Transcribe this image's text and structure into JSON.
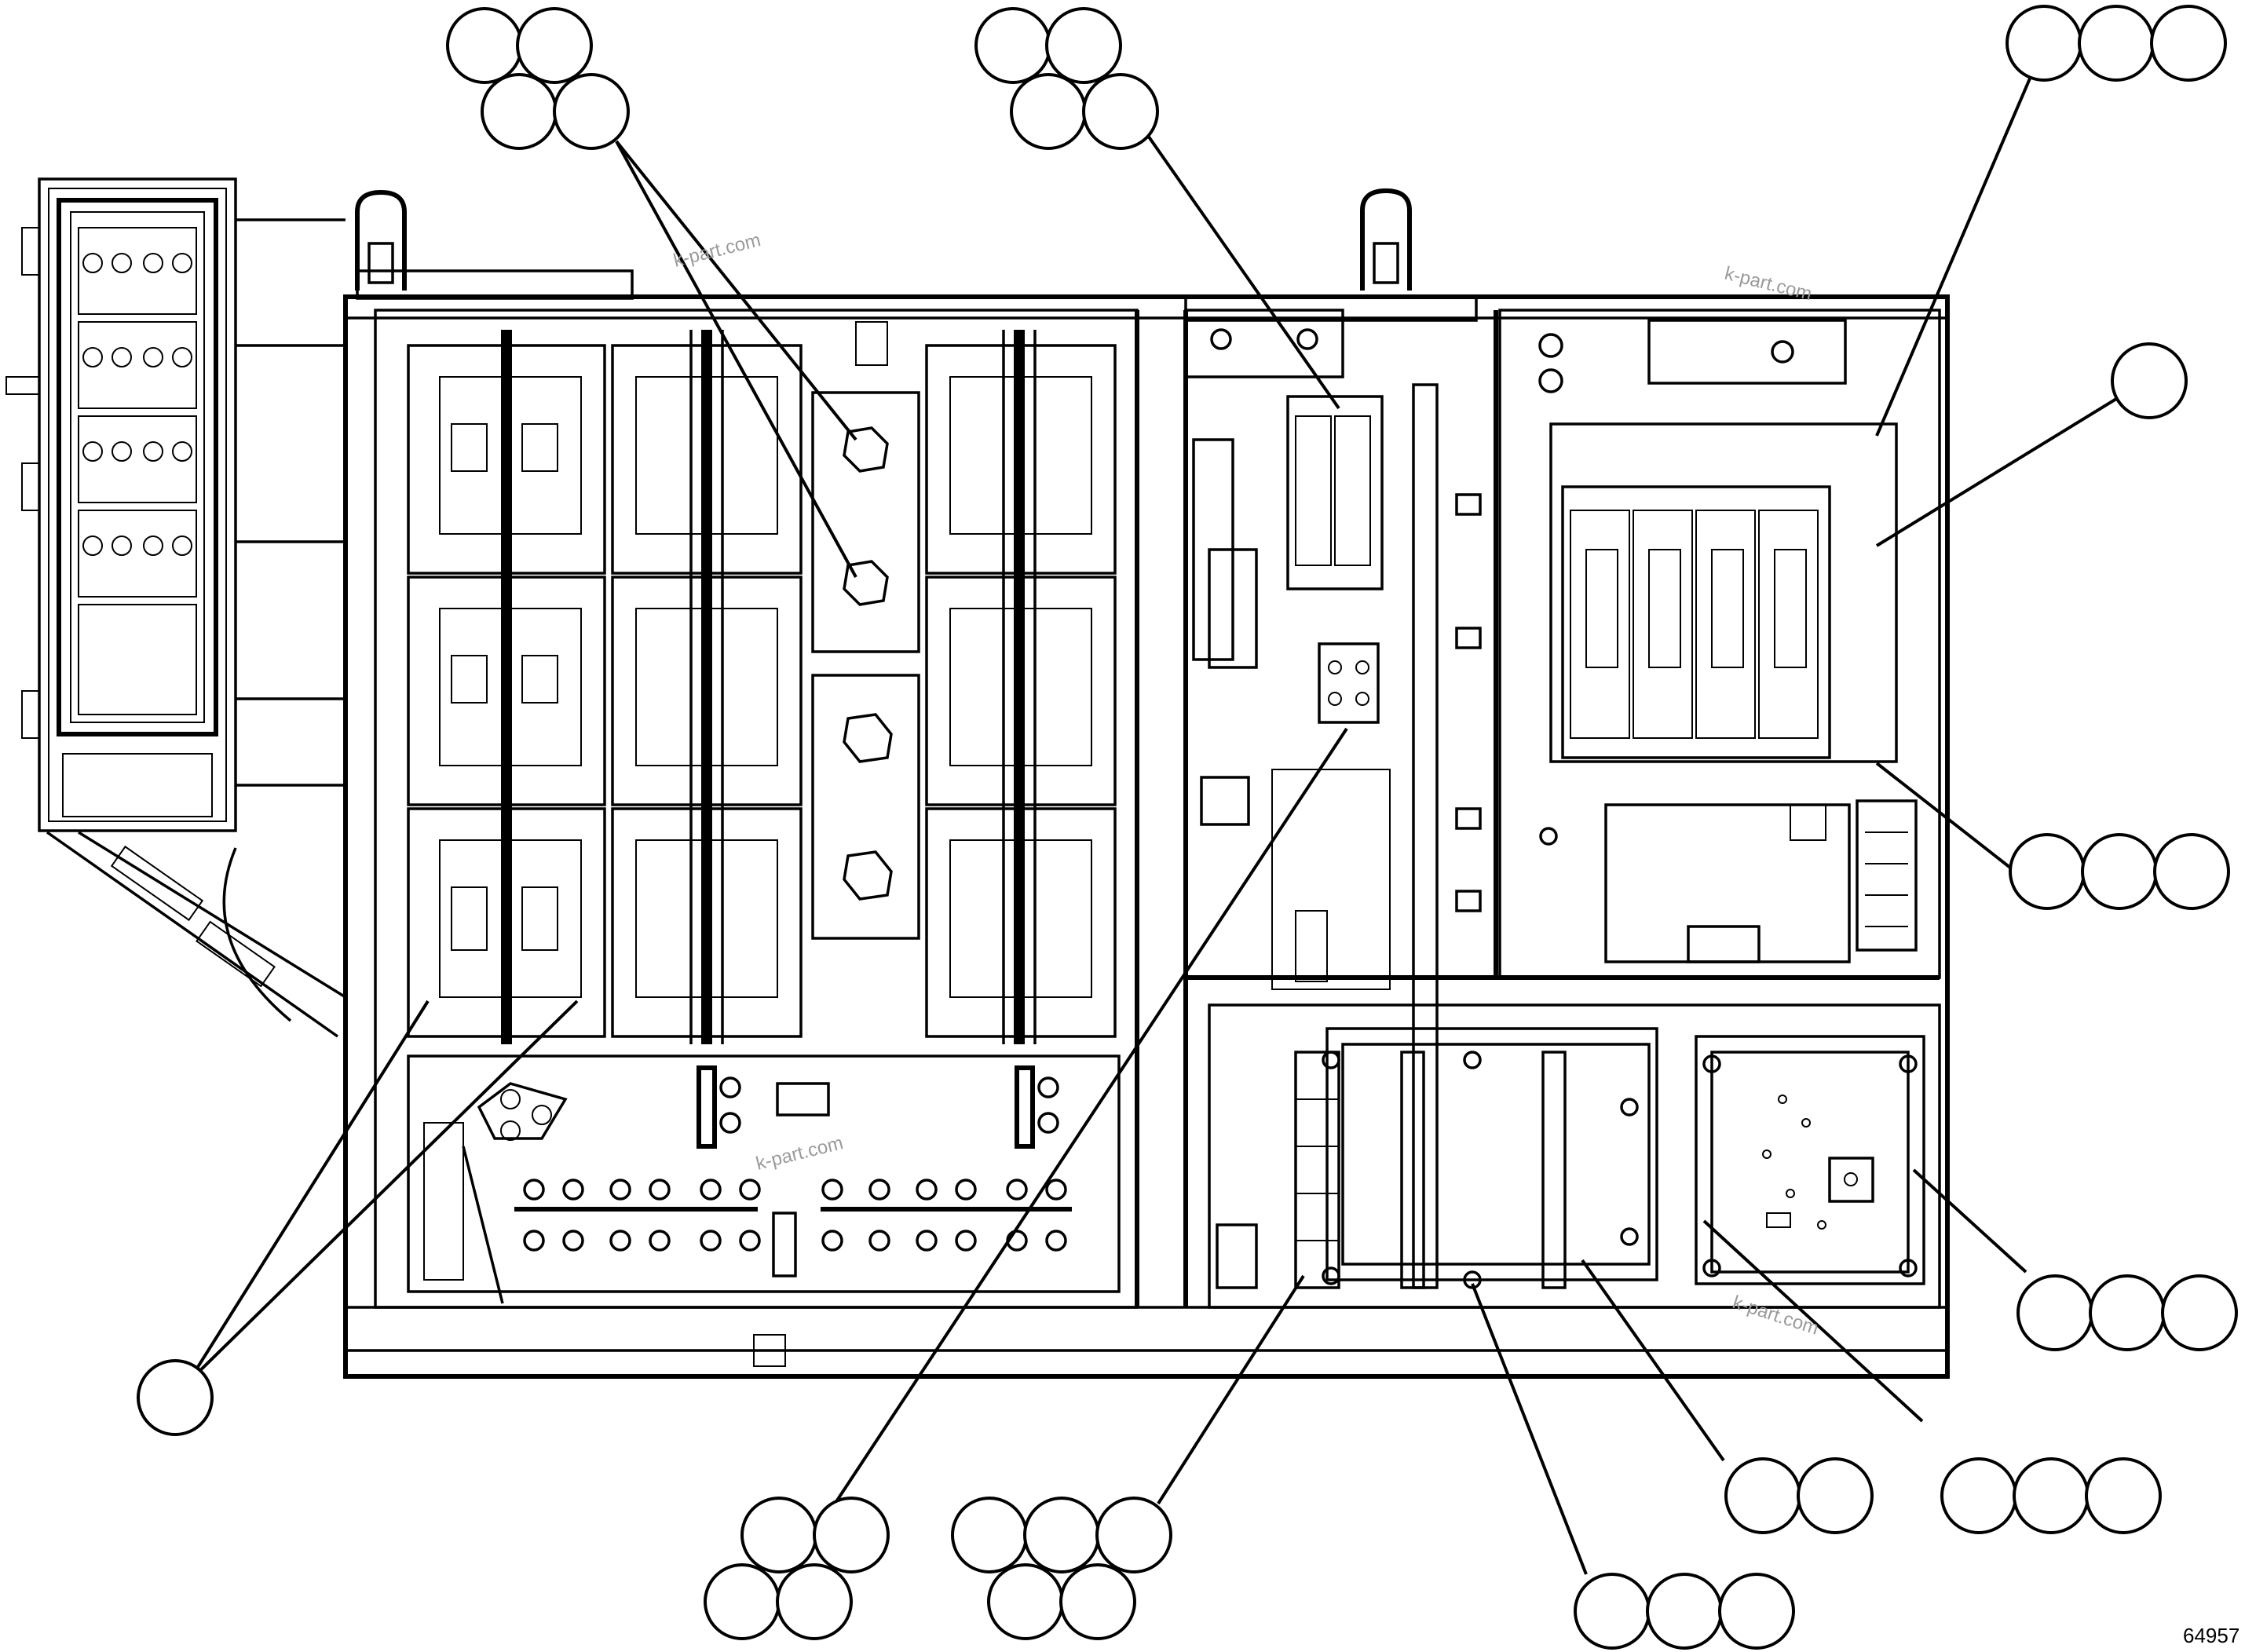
{
  "watermarks": [
    "k-part.com",
    "k-part.com",
    "k-part.com",
    "k-part.com"
  ],
  "figure_number": "64957",
  "colors": {
    "line": "#000000",
    "background": "#ffffff",
    "watermark": "#9a9a9a"
  }
}
